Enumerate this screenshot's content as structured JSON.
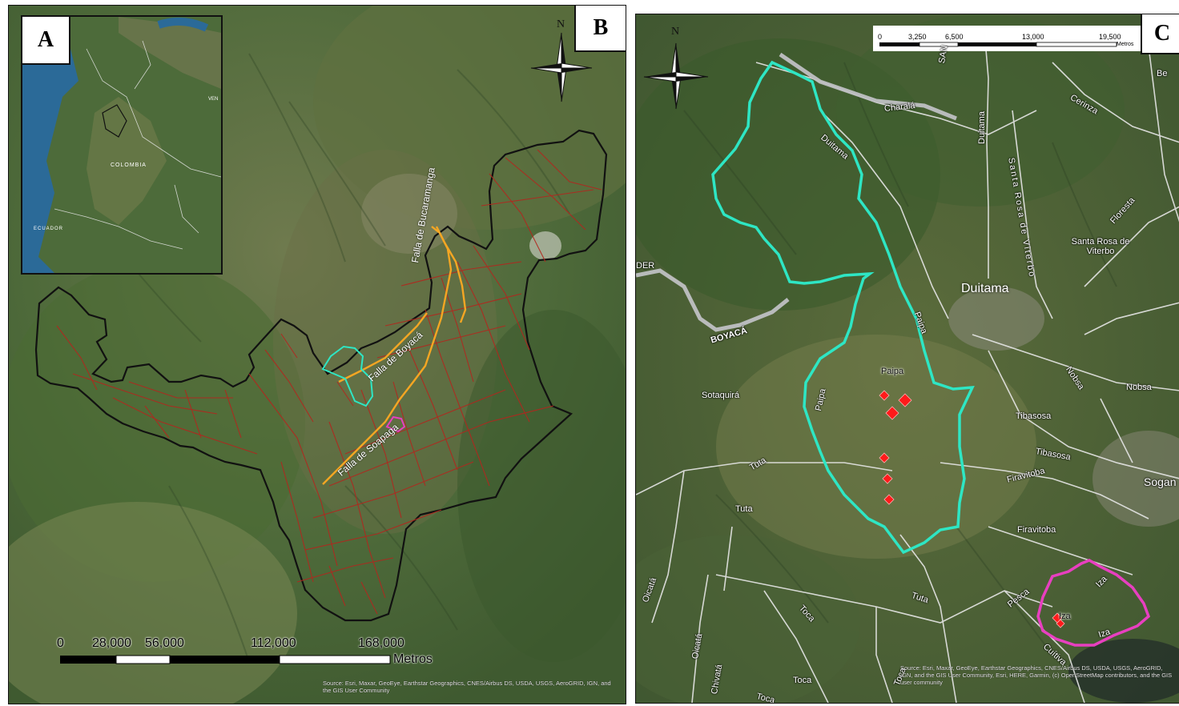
{
  "panel_labels": {
    "a": "A",
    "b": "B",
    "c": "C"
  },
  "north": "N",
  "inset_labels": {
    "colombia": "COLOMBIA",
    "ecuador": "ECUADOR",
    "venezuela": "VEN"
  },
  "panel_b": {
    "fault_labels": {
      "bucaramanga": "Falla de Bucaramanga",
      "boyaca": "Falla de Boyacá",
      "soapaga": "Falla de Soapaga"
    },
    "scale": {
      "ticks": [
        "0",
        "28,000",
        "56,000",
        "112,000",
        "168,000"
      ],
      "unit": "Metros"
    },
    "credit": "Source: Esri, Maxar, GeoEye, Earthstar Geographics, CNES/Airbus DS, USDA, USGS, AeroGRID, IGN, and the GIS User Community"
  },
  "panel_c": {
    "scale": {
      "ticks": [
        "0",
        "3,250",
        "6,500",
        "13,000",
        "19,500"
      ],
      "unit": "Metros"
    },
    "places": {
      "duitama_city": "Duitama",
      "santa_rosa": "Santa Rosa de Viterbo",
      "paipa_town": "Paipa",
      "sotaquira": "Sotaquirá",
      "tibasosa_town": "Tibasosa",
      "tuta_town": "Tuta",
      "firavitoba_town": "Firavitoba",
      "nobsa_town": "Nobsa",
      "sogamoso": "Sogan",
      "toca_town": "Toca",
      "belen": "Be",
      "der": "DER"
    },
    "roads": {
      "charala": "Charalá",
      "duitama_road": "Duitama",
      "duitama_vertical": "Duitama",
      "santa_rosa_viterbo": "Santa Rosa de Viterbo",
      "cerinza": "Cerinza",
      "floresta": "Floresta",
      "boyaca_road": "BOYACÁ",
      "paipa_right": "Paipa",
      "paipa_left": "Paipa",
      "nobsa_road": "Nobsa",
      "tibasosa_road": "Tibasosa",
      "firavitoba_road": "Firavitoba",
      "tuta_road_left": "Tuta",
      "tuta_road_bottom": "Tuta",
      "toca_road_1": "Toca",
      "toca_road_2": "Toca",
      "toca_road_3": "Toca",
      "oicata_1": "Oicatá",
      "oicata_2": "Oicatá",
      "chivata": "Chivatá",
      "pesca": "Pesca",
      "iza_1": "Iza",
      "iza_2": "Iza",
      "cuitiva": "Cuítiva",
      "iza_town": "Iza",
      "sam": "SAN"
    },
    "credit": "Source: Esri, Maxar, GeoEye, Earthstar Geographics, CNES/Airbus DS, USDA, USGS, AeroGRID, IGN, and the GIS User Community, Esri, HERE, Garmin, (c) OpenStreetMap contributors, and the GIS user community"
  },
  "colors": {
    "department_boundary": "#111111",
    "faults": "#b3261e",
    "main_faults": "#f5a623",
    "paipa_area": "#2ee6c4",
    "iza_area": "#e83fc0",
    "geothermal_points": "#ff1a1a",
    "roads": "#e6e6e6"
  }
}
